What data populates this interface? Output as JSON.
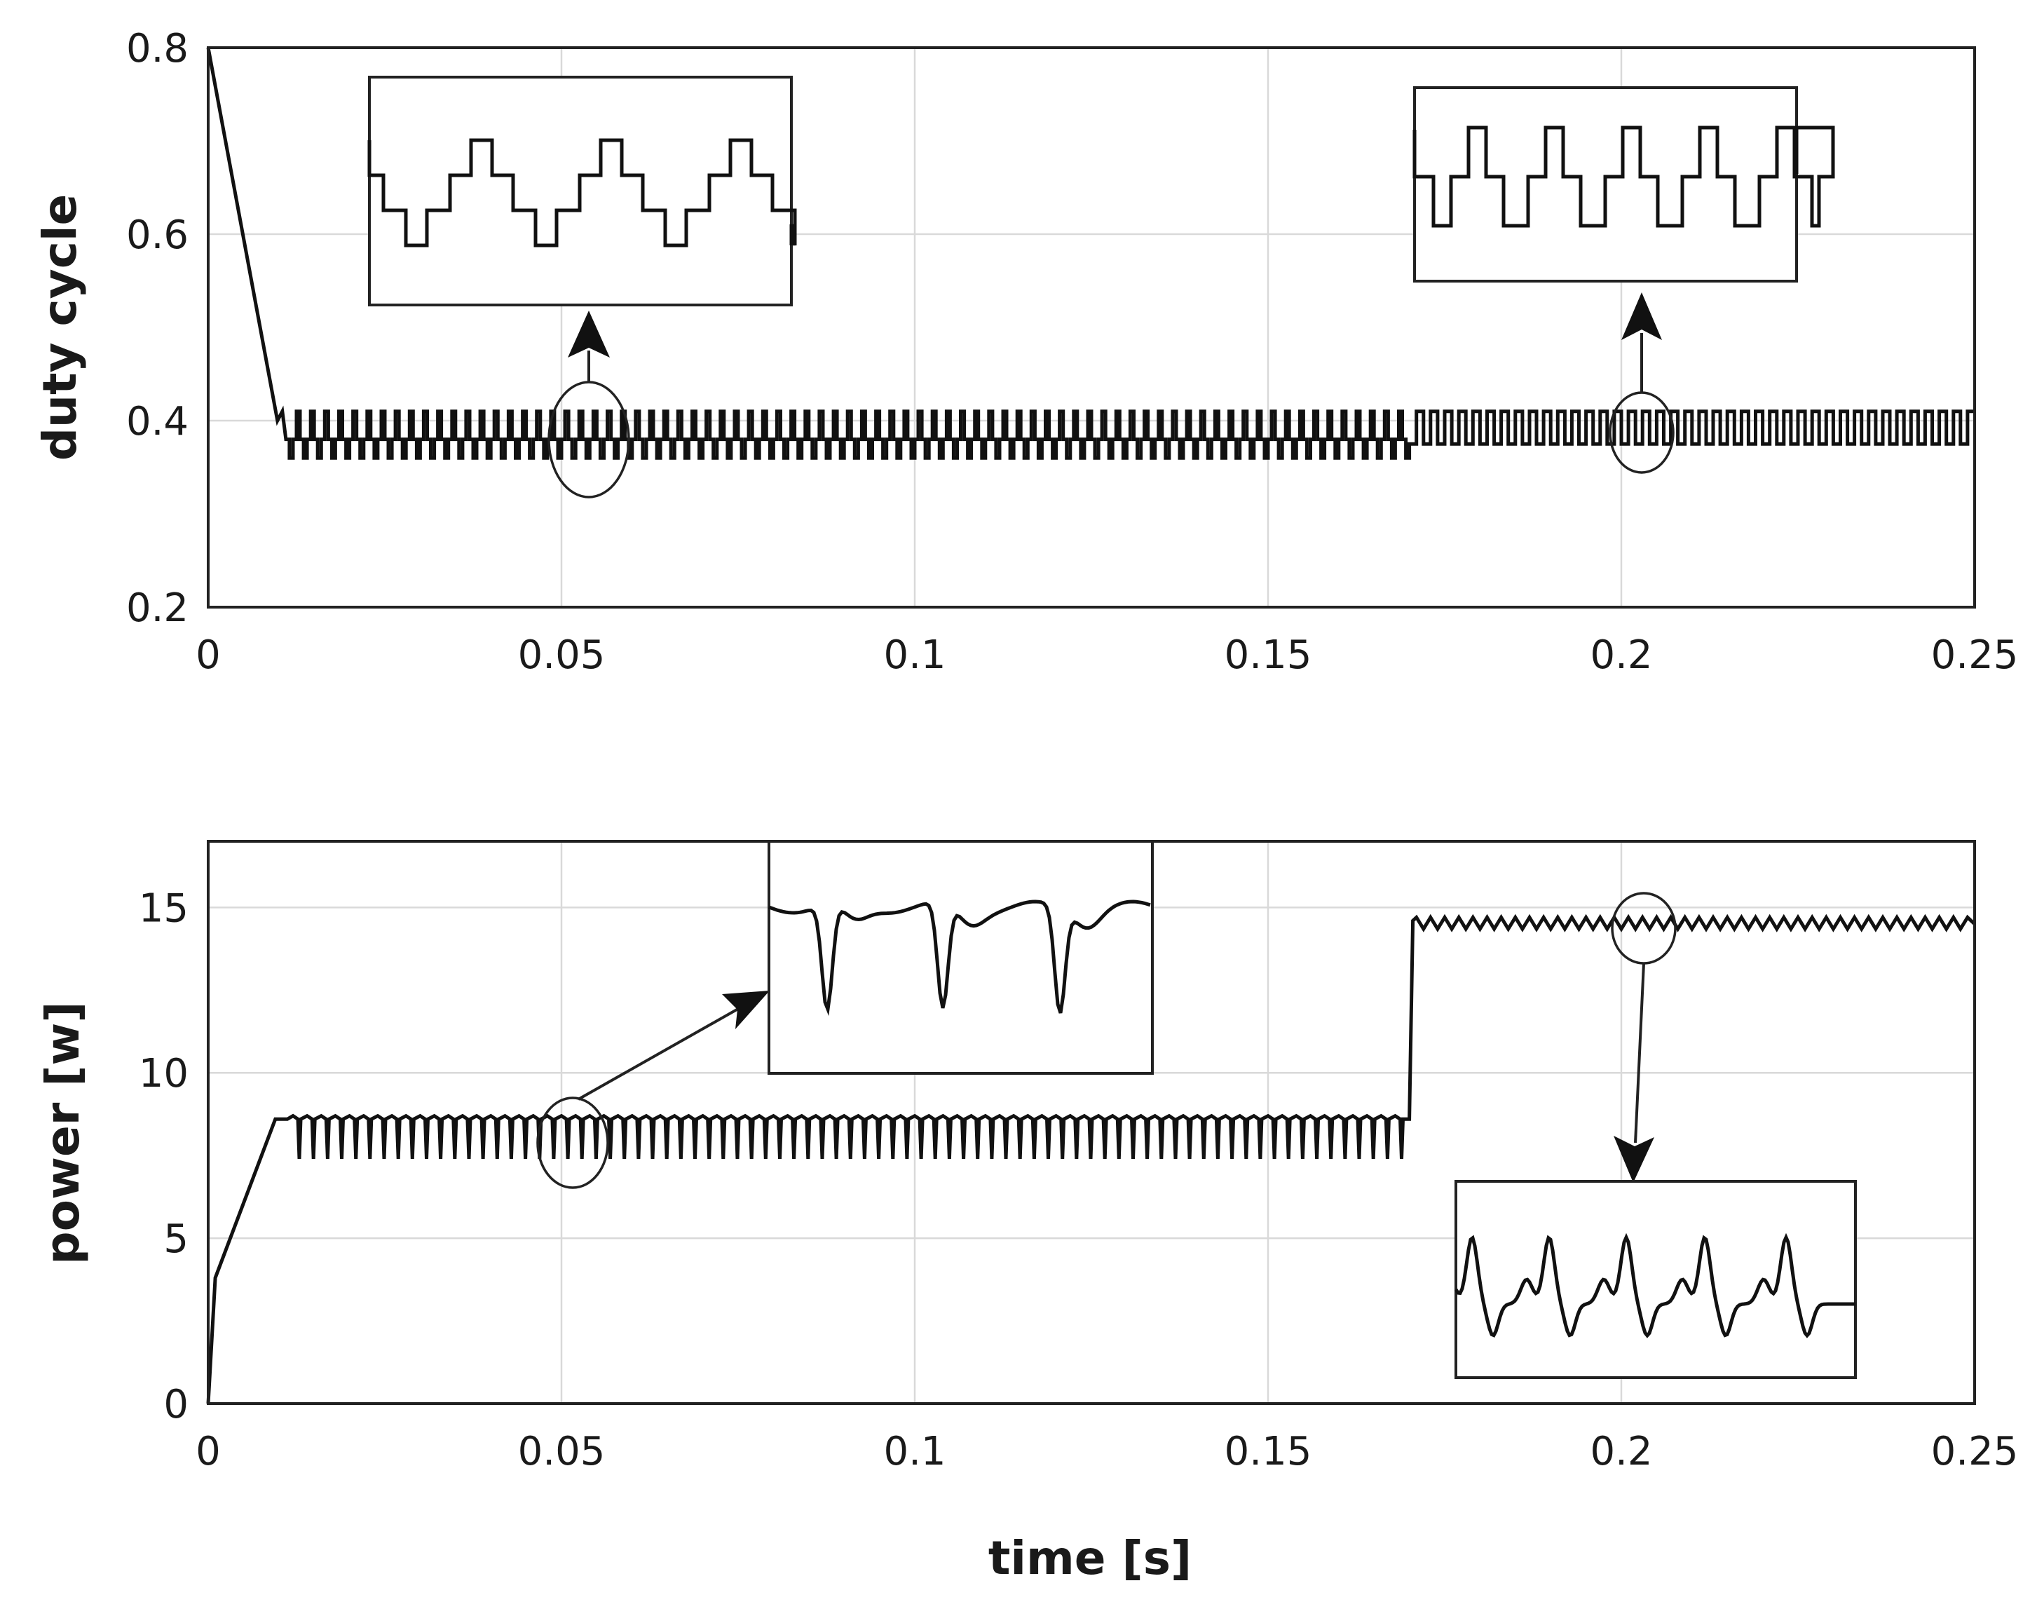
{
  "chart_data": [
    {
      "type": "line",
      "title": "",
      "xlabel": "",
      "ylabel": "duty cycle",
      "xlim": [
        0,
        0.25
      ],
      "ylim": [
        0.2,
        0.8
      ],
      "xticks": [
        0,
        0.05,
        0.1,
        0.15,
        0.2,
        0.25
      ],
      "xtick_labels": [
        "0",
        "0.05",
        "0.1",
        "0.15",
        "0.2",
        "0.25"
      ],
      "yticks": [
        0.2,
        0.4,
        0.6,
        0.8
      ],
      "ytick_labels": [
        "0.2",
        "0.4",
        "0.6",
        "0.8"
      ],
      "grid": true,
      "series": [
        {
          "name": "",
          "description": "linear ramp from 0.8 at t=0 to 0.4 at t≈0.01 s, then three-level dither oscillation; step change at t≈0.17 s",
          "x": [
            0,
            0.01,
            0.17,
            0.25
          ],
          "y": [
            0.8,
            0.4,
            0.38,
            0.39
          ],
          "segments": [
            {
              "t_start": 0.011,
              "t_end": 0.17,
              "levels": [
                0.36,
                0.38,
                0.41
              ],
              "period": 0.002
            },
            {
              "t_start": 0.17,
              "t_end": 0.25,
              "levels": [
                0.375,
                0.41
              ],
              "period": 0.002
            }
          ]
        }
      ],
      "insets": [
        {
          "zoom_center": [
            0.054,
            0.38
          ],
          "shape": "three-level staircase oscillation"
        },
        {
          "zoom_center": [
            0.203,
            0.39
          ],
          "shape": "two-level square-wave oscillation"
        }
      ]
    },
    {
      "type": "line",
      "title": "",
      "xlabel": "time [s]",
      "ylabel": "power [w]",
      "xlim": [
        0,
        0.25
      ],
      "ylim": [
        0,
        17
      ],
      "xticks": [
        0,
        0.05,
        0.1,
        0.15,
        0.2,
        0.25
      ],
      "xtick_labels": [
        "0",
        "0.05",
        "0.1",
        "0.15",
        "0.2",
        "0.25"
      ],
      "yticks": [
        0,
        5,
        10,
        15
      ],
      "ytick_labels": [
        "0",
        "5",
        "10",
        "15"
      ],
      "grid": true,
      "series": [
        {
          "name": "",
          "description": "rises from 0 to ~3.8 W instantly then ramps to ~8.6 W at t≈0.01 s; oscillates between ~7.4 and ~8.7 W until t≈0.17 s; steps up to ~14.5 W with small ripple",
          "x": [
            0,
            0.001,
            0.01,
            0.17,
            0.171,
            0.25
          ],
          "y": [
            0,
            3.8,
            8.6,
            8.6,
            14.6,
            14.5
          ],
          "segments": [
            {
              "t_start": 0.012,
              "t_end": 0.17,
              "levels": [
                7.4,
                8.7
              ],
              "period": 0.002
            },
            {
              "t_start": 0.171,
              "t_end": 0.25,
              "levels": [
                14.3,
                14.7
              ],
              "period": 0.002
            }
          ]
        }
      ],
      "insets": [
        {
          "zoom_center": [
            0.052,
            7.9
          ],
          "shape": "flat top with periodic sharp downward dips"
        },
        {
          "zoom_center": [
            0.203,
            14.4
          ],
          "shape": "periodic upward peaks on rippled baseline"
        }
      ]
    }
  ]
}
